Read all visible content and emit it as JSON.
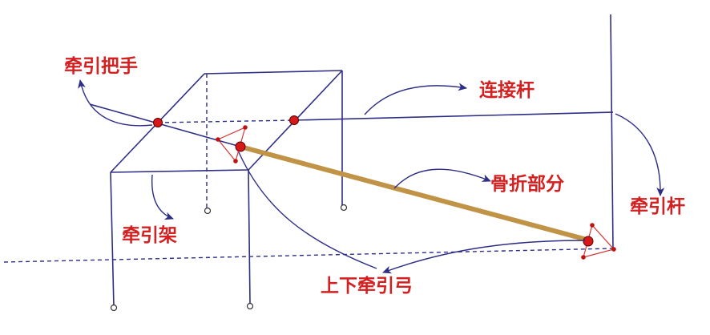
{
  "labels": {
    "traction_handle": "牵引把手",
    "connecting_rod": "连接杆",
    "fracture_part": "骨折部分",
    "traction_rod": "牵引杆",
    "traction_frame": "牵引架",
    "traction_bow": "上下牵引弓"
  },
  "colors": {
    "frame": "#2e2e86",
    "label": "#d42020",
    "bone": "#c09346",
    "joint": "#d81818",
    "triangle": "#d43434"
  }
}
